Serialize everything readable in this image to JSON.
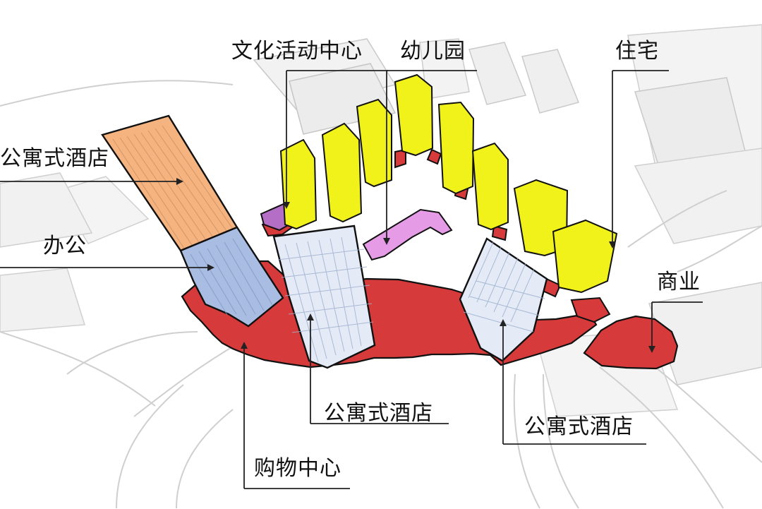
{
  "labels": {
    "apartment_hotel_top": "公寓式酒店",
    "office": "办公",
    "cultural_center": "文化活动中心",
    "kindergarten": "幼儿园",
    "residential": "住宅",
    "commercial": "商业",
    "apartment_hotel_mid": "公寓式酒店",
    "apartment_hotel_right": "公寓式酒店",
    "shopping_center": "购物中心"
  },
  "colors": {
    "hotel_orange": "#f4b37f",
    "office_blue": "#a9bde3",
    "residential_yellow": "#f1f21a",
    "mall_red": "#d63a3a",
    "cultural_purple": "#c67ad6",
    "kindergarten_pink": "#e69be6",
    "tower_blue": "#e4ebf7",
    "context_gray": "#d9d9d9"
  }
}
